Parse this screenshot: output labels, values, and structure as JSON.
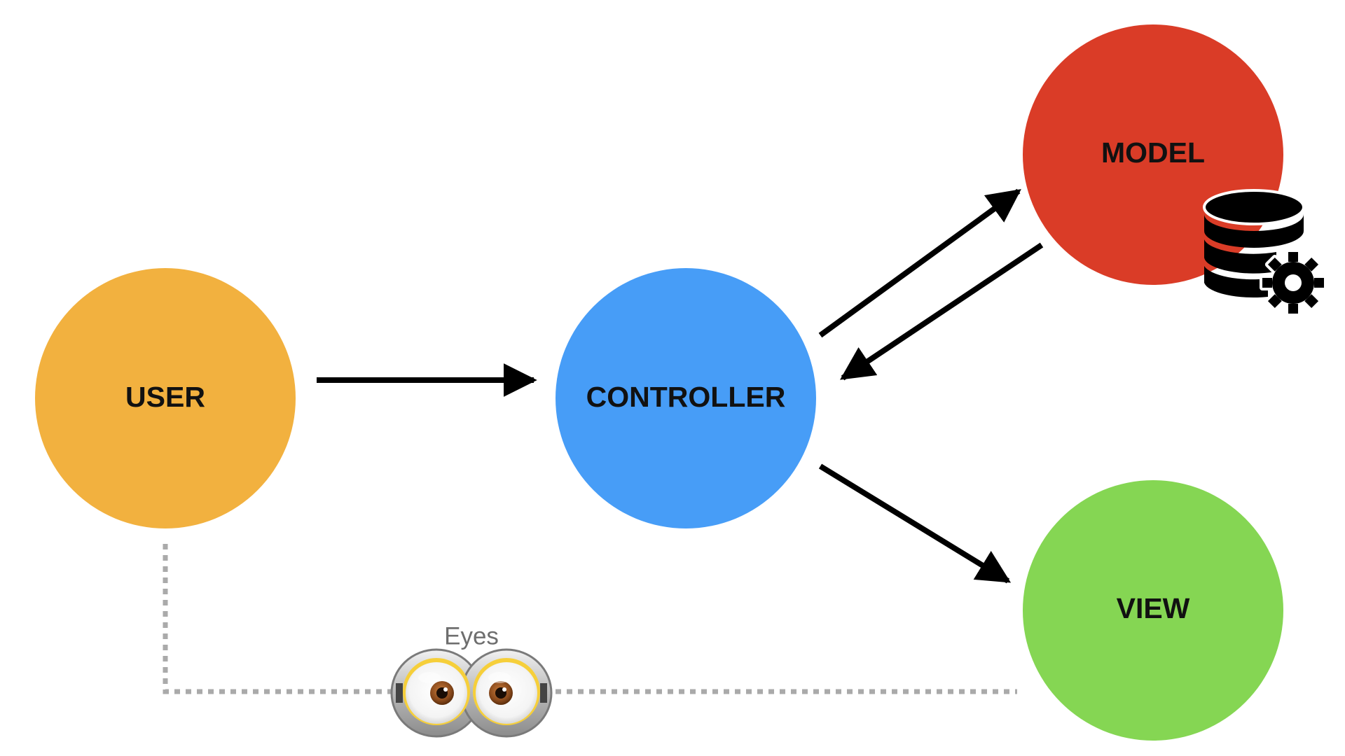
{
  "nodes": {
    "user": {
      "label": "USER",
      "color": "#F2B13F"
    },
    "controller": {
      "label": "CONTROLLER",
      "color": "#479DF7"
    },
    "model": {
      "label": "MODEL",
      "color": "#DA3C27"
    },
    "view": {
      "label": "VIEW",
      "color": "#85D653"
    }
  },
  "edges": [
    {
      "from": "USER",
      "to": "CONTROLLER"
    },
    {
      "from": "CONTROLLER",
      "to": "MODEL"
    },
    {
      "from": "MODEL",
      "to": "CONTROLLER"
    },
    {
      "from": "CONTROLLER",
      "to": "VIEW"
    }
  ],
  "eyes_link": {
    "label": "Eyes",
    "icon": "goggle-eyes-icon",
    "color": "#AAAAAA"
  },
  "model_badge": {
    "icon": "database-gear-icon"
  }
}
